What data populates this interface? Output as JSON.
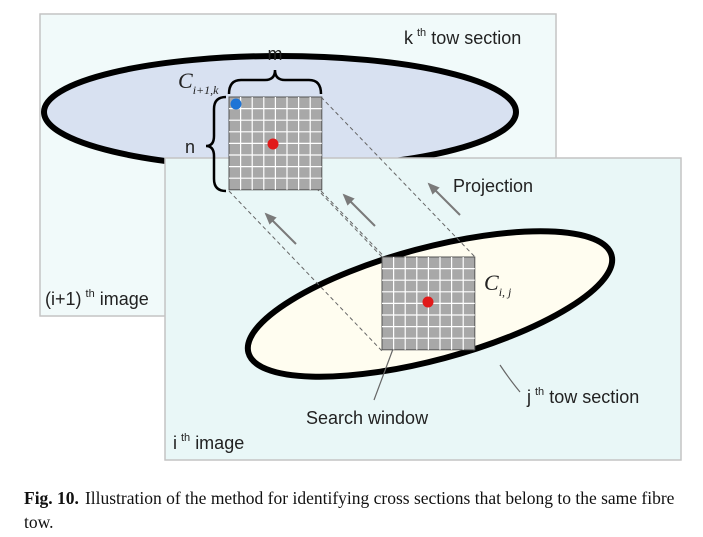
{
  "figure": {
    "outer_image_label": "(i+1)",
    "inner_image_label": "i",
    "th": "th",
    "image_word": "image",
    "k_tow": "k",
    "j_tow": "j",
    "tow_section_word": "tow section",
    "projection": "Projection",
    "search_window": "Search window",
    "m": "m",
    "n": "n",
    "c_top_base": "C",
    "c_top_sub": "i+1,k",
    "c_bottom_base": "C",
    "c_bottom_sub": "i, j",
    "grid_cols": 8,
    "grid_rows": 8,
    "colors": {
      "outer_panel_fill": "#f1fafa",
      "inner_panel_fill": "#e9f7f7",
      "panel_border": "#c4c4c4",
      "top_ellipse_fill": "#d8e1f1",
      "bottom_ellipse_fill": "#fffdf0",
      "grid_fill": "#a8a8a8",
      "grid_line": "#ffffff",
      "blue_dot": "#1e74d6",
      "red_dot": "#e11a1a",
      "arrow": "#7a7a7a"
    }
  },
  "caption": {
    "label": "Fig. 10.",
    "text": "Illustration of the method for identifying cross sections that belong to the same fibre tow."
  }
}
